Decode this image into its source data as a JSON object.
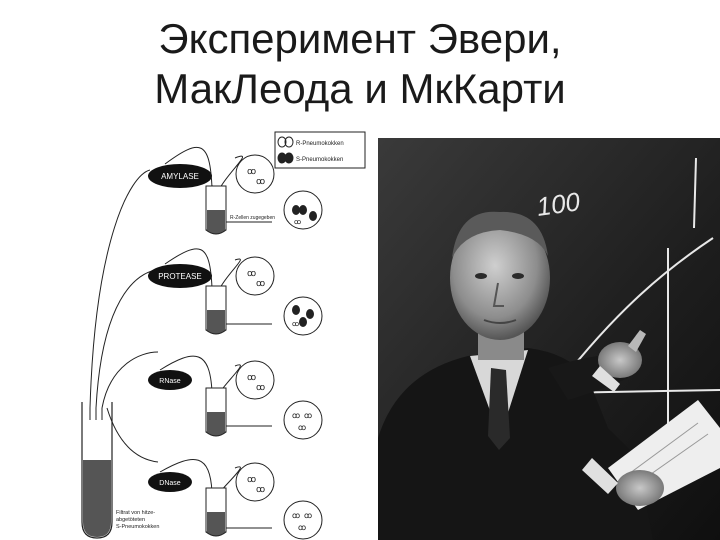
{
  "slide": {
    "title_line1": "Эксперимент Эвери,",
    "title_line2": "МакЛеода и МкКарти"
  },
  "diagram": {
    "legend_r": "R-Pneumokokken",
    "legend_s": "S-Pneumokokken",
    "enzyme_1": "AMYLASE",
    "enzyme_2": "PROTEASE",
    "enzyme_3": "RNase",
    "enzyme_4": "DNase",
    "side_note": "R-Zellen zugegeben",
    "filtrate_line1": "Filtrat von hitze-",
    "filtrate_line2": "abgetöteten",
    "filtrate_line3": "S-Pneumokokken"
  },
  "photo": {
    "board_text": "100"
  }
}
